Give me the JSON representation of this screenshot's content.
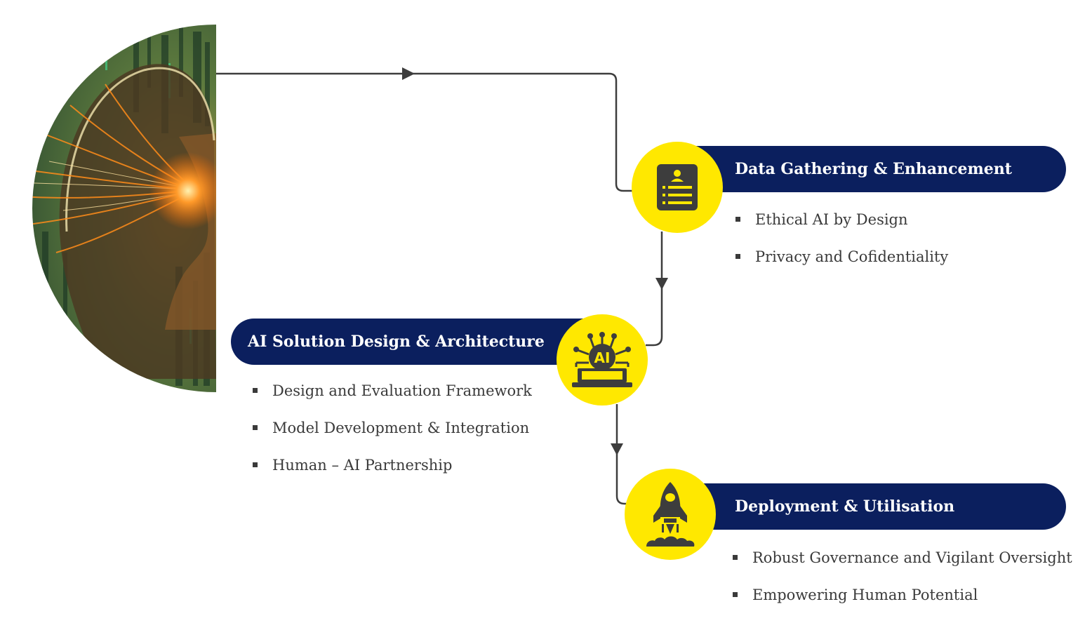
{
  "stages": {
    "data": {
      "title": "Data Gathering & Enhancement",
      "icon": "profile-document-icon",
      "items": [
        "Ethical AI by Design",
        "Privacy and Cofidentiality"
      ]
    },
    "design": {
      "title": "AI Solution Design & Architecture",
      "icon": "ai-laptop-icon",
      "icon_text": "AI",
      "items": [
        "Design and Evaluation Framework",
        "Model Development & Integration",
        "Human – AI Partnership"
      ]
    },
    "deploy": {
      "title": "Deployment & Utilisation",
      "icon": "rocket-icon",
      "items": [
        "Robust Governance and Vigilant Oversight",
        "Empowering Human Potential"
      ]
    }
  },
  "hero_image": "ai-head-profile-illustration",
  "colors": {
    "navy": "#0b1f5e",
    "yellow": "#ffe800",
    "line": "#3d3d3d",
    "icon": "#3d3d3d"
  }
}
